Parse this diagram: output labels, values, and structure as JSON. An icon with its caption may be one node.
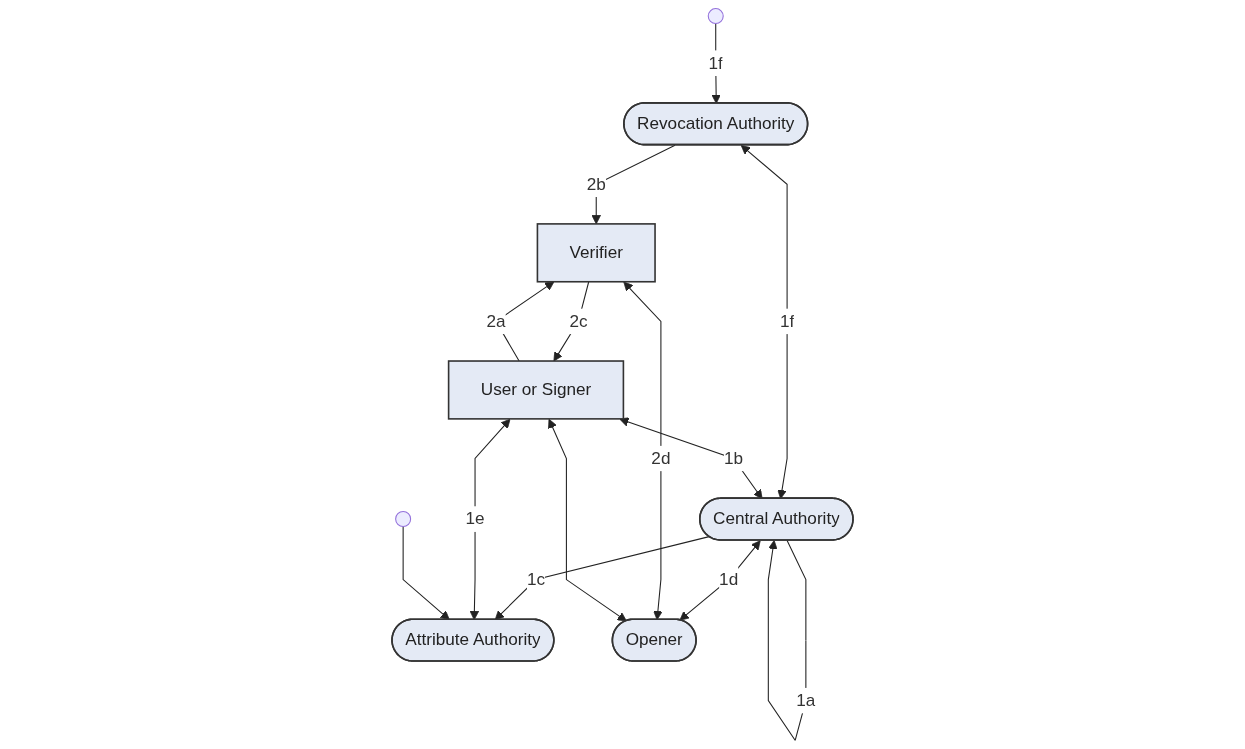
{
  "diagram": {
    "nodes": [
      {
        "text": [
          "Revocation Authority"
        ]
      },
      {
        "text": [
          "Central Authority"
        ]
      },
      {
        "text": [
          "User or Signer"
        ]
      },
      {
        "text": [
          "Verifier"
        ]
      },
      {
        "text": [
          "Attribute Authority"
        ]
      },
      {
        "text": [
          "Opener"
        ]
      }
    ],
    "edges": [
      {
        "from": null,
        "to": 0,
        "arrow": "to",
        "label": "1f"
      },
      {
        "from": 0,
        "to": 3,
        "arrow": "to",
        "label": "2b"
      },
      {
        "from": 0,
        "to": 1,
        "arrow": "both",
        "label": "1f"
      },
      {
        "from": 1,
        "to": 5,
        "arrow": "both",
        "label": "1d"
      },
      {
        "from": 1,
        "to": 4,
        "arrow": "to",
        "label": "1c"
      },
      {
        "from": 1,
        "to": 1,
        "arrow": "to",
        "label": "1a"
      },
      {
        "from": 2,
        "to": 1,
        "arrow": "both",
        "label": "1b"
      },
      {
        "from": 2,
        "to": 3,
        "arrow": "to",
        "label": "2a"
      },
      {
        "from": 3,
        "to": 2,
        "arrow": "to",
        "label": "2c"
      },
      {
        "from": 2,
        "to": 4,
        "arrow": "both",
        "label": "1e"
      },
      {
        "from": null,
        "to": 4,
        "arrow": "to"
      },
      {
        "from": 3,
        "to": 5,
        "arrow": "both",
        "label": "2d"
      },
      {
        "from": 2,
        "to": 5,
        "arrow": "both"
      }
    ]
  }
}
